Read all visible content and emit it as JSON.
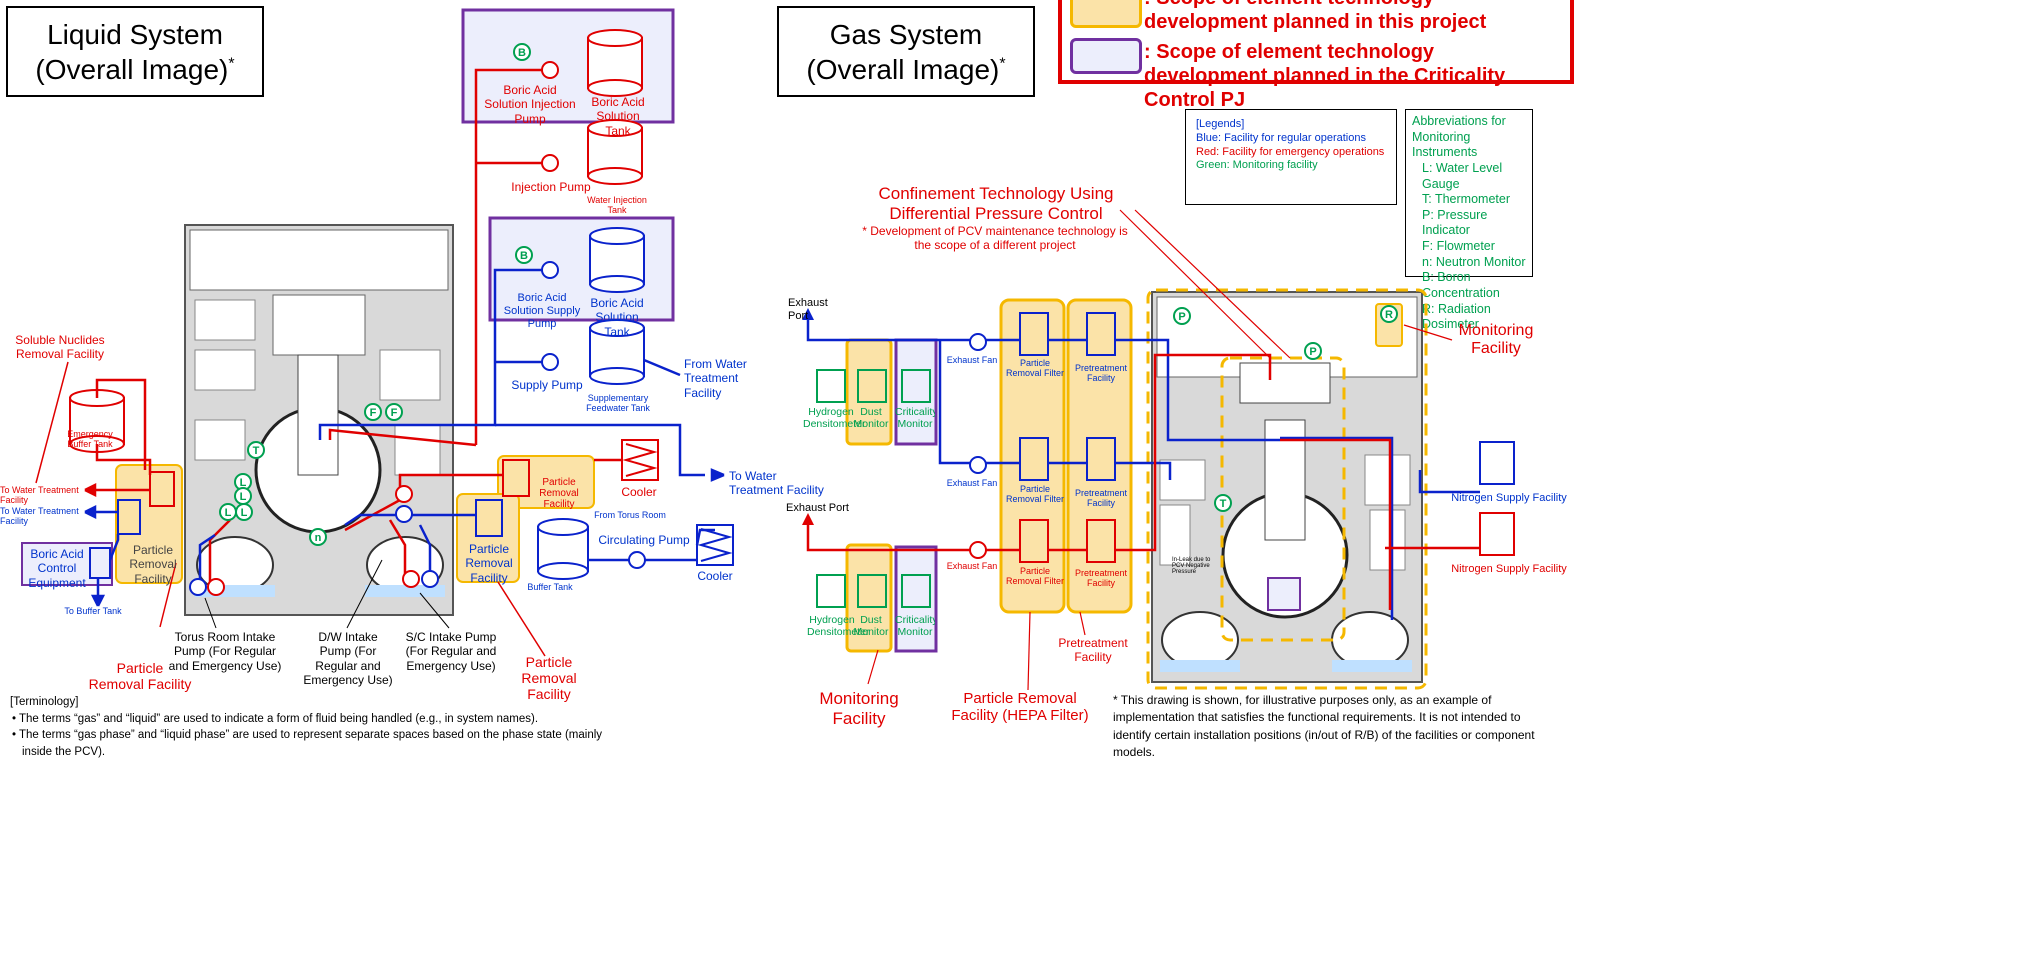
{
  "liquid": {
    "title_line1": "Liquid System",
    "title_line2": "(Overall Image)",
    "asterisk": "*",
    "labels": {
      "boric_inj_pump": "Boric Acid Solution Injection Pump",
      "boric_tank": "Boric Acid Solution Tank",
      "injection_pump": "Injection Pump",
      "water_inj_tank": "Water Injection Tank",
      "boric_supply_pump": "Boric Acid Solution Supply Pump",
      "boric_tank2": "Boric Acid Solution Tank",
      "supply_pump": "Supply Pump",
      "supp_feed_tank": "Supplementary Feedwater Tank",
      "from_water_treat": "From Water Treatment Facility",
      "soluble_nuclides": "Soluble Nuclides Removal Facility",
      "emergency_buffer": "Emergency Buffer Tank",
      "to_water_treat1": "To Water Treatment Facility",
      "to_water_treat2": "To Water Treatment Facility",
      "boric_control": "Boric Acid Control Equipment",
      "to_buffer": "To Buffer Tank",
      "particle_removal_left": "Particle Removal Facility",
      "particle_removal_red": "Particle Removal Facility",
      "cooler_red": "Cooler",
      "to_water_treat_right": "To Water Treatment Facility",
      "from_torus": "From Torus Room",
      "circ_pump": "Circulating Pump",
      "particle_removal_blue": "Particle Removal Facility",
      "buffer_tank": "Buffer Tank",
      "cooler_blue": "Cooler",
      "torus_pump": "Torus Room Intake Pump (For Regular and Emergency Use)",
      "dw_pump": "D/W Intake Pump (For Regular and Emergency Use)",
      "sc_pump": "S/C Intake Pump (For Regular and Emergency Use)",
      "particle_removal_callout_left": "Particle Removal Facility",
      "particle_removal_callout_right": "Particle Removal Facility"
    }
  },
  "gas": {
    "title_line1": "Gas System",
    "title_line2": "(Overall Image)",
    "asterisk": "*",
    "confinement_title": "Confinement Technology Using Differential Pressure Control",
    "confinement_note": "* Development of PCV maintenance technology is the scope of a different project",
    "labels": {
      "exhaust_port1": "Exhaust Port",
      "exhaust_port2": "Exhaust Port",
      "exhaust_fan1": "Exhaust Fan",
      "exhaust_fan2": "Exhaust Fan",
      "exhaust_fan3": "Exhaust Fan",
      "hydrogen1": "Hydrogen Densitometer",
      "dust1": "Dust Monitor",
      "criticality1": "Criticality Monitor",
      "hydrogen2": "Hydrogen Densitometer",
      "dust2": "Dust Monitor",
      "criticality2": "Criticality Monitor",
      "prf1": "Particle Removal Filter",
      "prf2": "Particle Removal Filter",
      "prf3": "Particle Removal Filter",
      "pre1": "Pretreatment Facility",
      "pre2": "Pretreatment Facility",
      "pre3": "Pretreatment Facility",
      "pretreatment_callout": "Pretreatment Facility",
      "monitoring_right": "Monitoring Facility",
      "monitoring_bottom": "Monitoring Facility",
      "particle_hepa": "Particle Removal Facility (HEPA Filter)",
      "nitrogen1": "Nitrogen Supply Facility",
      "nitrogen2": "Nitrogen Supply Facility",
      "inleak": "In-Leak due to PCV Negative Pressure"
    }
  },
  "scope_legend": {
    "item1": "Scope of element technology development planned in this project",
    "item2": "Scope of element technology development planned in the Criticality Control PJ",
    "colon": ":"
  },
  "color_legend": {
    "title": "[Legends]",
    "blue": "Blue: Facility for regular operations",
    "red": "Red: Facility for emergency operations",
    "green": "Green: Monitoring facility"
  },
  "abbrev": {
    "title": "Abbreviations for Monitoring Instruments",
    "items": [
      "L: Water Level Gauge",
      "T: Thermometer",
      "P: Pressure Indicator",
      "F: Flowmeter",
      "n: Neutron Monitor",
      "B: Boron Concentration",
      "R: Radiation Dosimeter"
    ]
  },
  "instrument_letters": {
    "B": "B",
    "T": "T",
    "L": "L",
    "F": "F",
    "n": "n",
    "P": "P",
    "R": "R"
  },
  "terminology": {
    "title": "[Terminology]",
    "items": [
      "The terms “gas” and “liquid” are used to indicate a form of fluid being handled (e.g., in system names).",
      "The terms “gas phase” and “liquid phase” are used to represent separate spaces based on the phase state (mainly inside the PCV)."
    ]
  },
  "footnote": "* This drawing is shown, for illustrative purposes only, as an example of implementation that satisfies the functional requirements. It is not intended to identify certain installation positions (in/out of R/B) of the facilities or component models.",
  "colors": {
    "red": "#e00000",
    "blue": "#0a22cc",
    "green": "#00a050",
    "yellow_fill": "#fbe3a8",
    "yellow_border": "#f5b800",
    "purple_fill": "#eceefc",
    "purple_border": "#7030a0"
  }
}
